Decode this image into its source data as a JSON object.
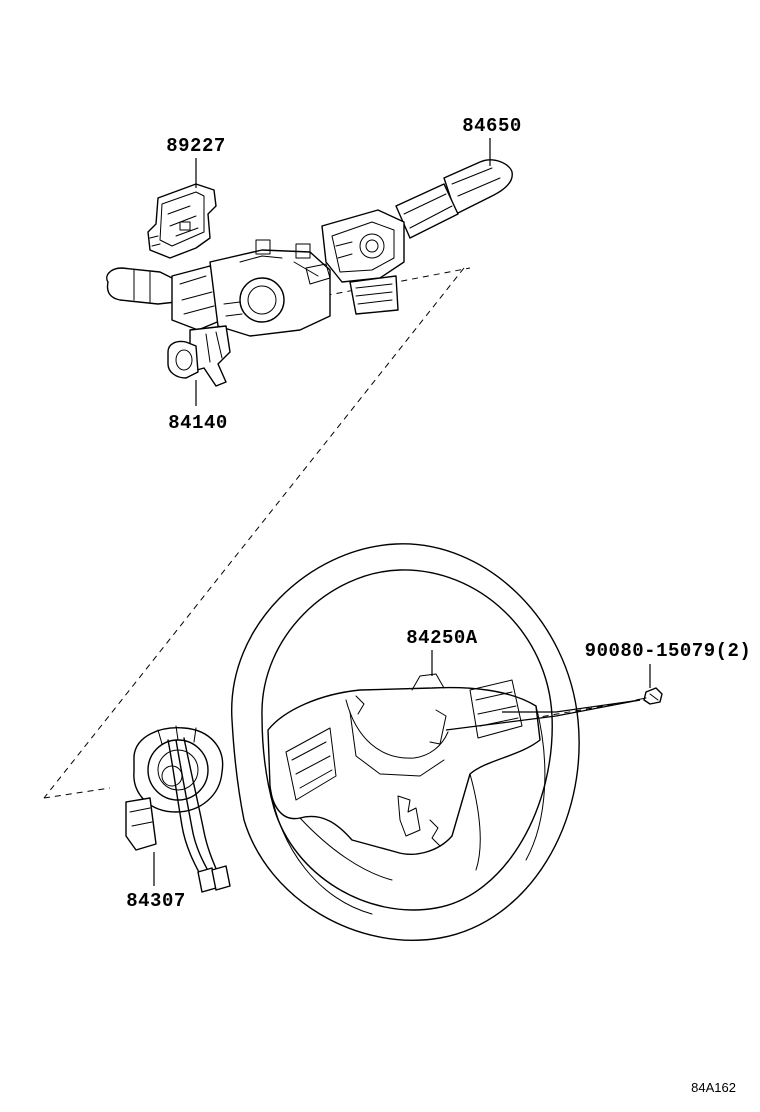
{
  "parts": {
    "p89227": "89227",
    "p84650": "84650",
    "p84140": "84140",
    "p84250A": "84250A",
    "p90080": "90080-15079(2)",
    "p84307": "84307"
  },
  "figure_code": "84A162",
  "colors": {
    "line": "#000000",
    "background": "#ffffff"
  }
}
